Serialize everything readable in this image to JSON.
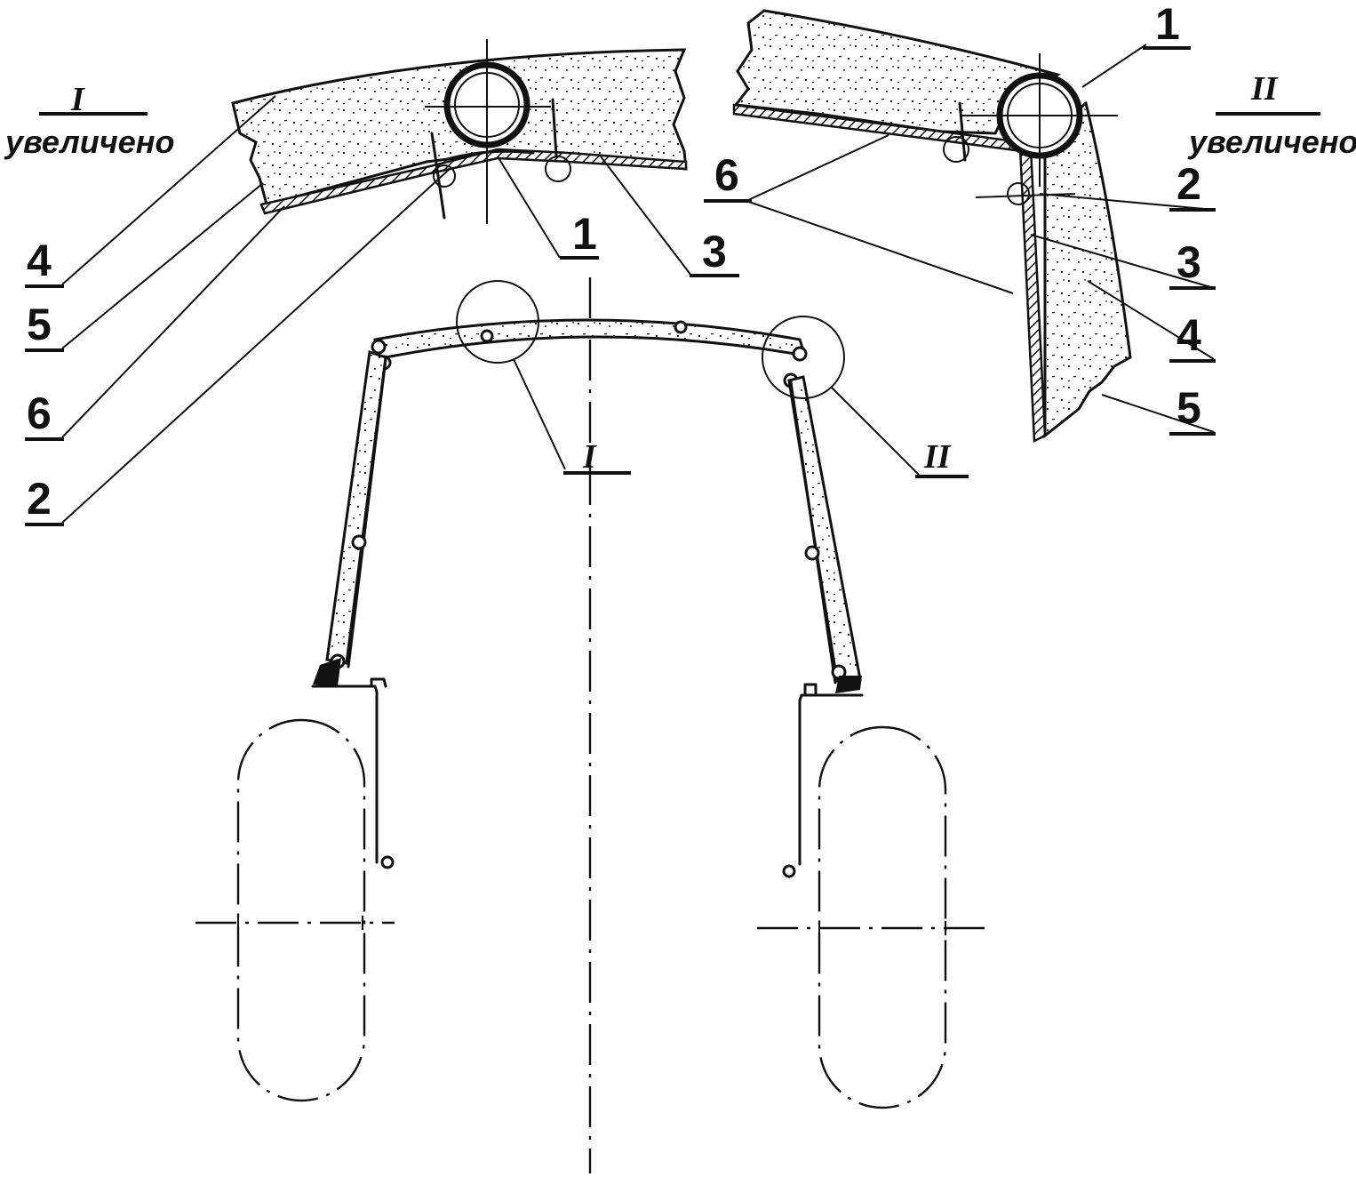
{
  "detail_I": {
    "roman": "I",
    "caption": "увеличено",
    "labels": [
      "1",
      "2",
      "3",
      "4",
      "5",
      "6"
    ]
  },
  "detail_II": {
    "roman": "II",
    "caption": "увеличено",
    "labels": [
      "1",
      "2",
      "3",
      "4",
      "5",
      "6"
    ]
  },
  "main_view": {
    "callout_I": "I",
    "callout_II": "II"
  },
  "colors": {
    "ink": "#111111",
    "paper": "#ffffff"
  }
}
